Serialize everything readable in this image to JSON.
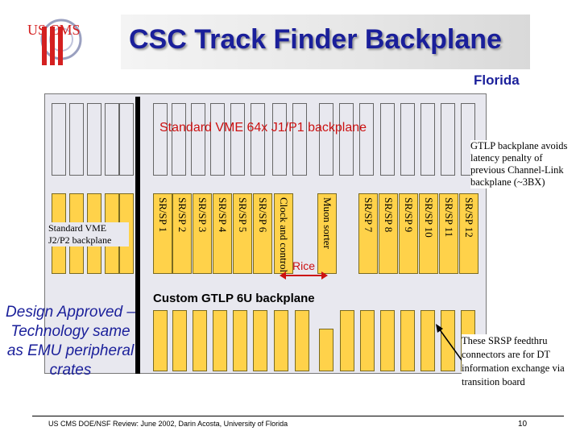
{
  "title": "CSC Track Finder Backplane",
  "institution": "Florida",
  "logo_text": "US CMS",
  "vme_backplane_label": "Standard VME 64x J1/P1 backplane",
  "j2_backplane_label": "Standard VME J2/P2 backplane",
  "gtlp_backplane_label": "Custom GTLP 6U backplane",
  "rice_label": "Rice",
  "cards_left": [
    "SR/SP 1",
    "SR/SP 2",
    "SR/SP 3",
    "SR/SP 4",
    "SR/SP 5",
    "SR/SP 6"
  ],
  "clock_card": "Clock and control",
  "muon_sorter_card": "Muon sorter",
  "cards_right": [
    "SR/SP 7",
    "SR/SP 8",
    "SR/SP 9",
    "SR/SP 10",
    "SR/SP 11",
    "SR/SP 12"
  ],
  "note_gtlp": "GTLP backplane avoids latency penalty of previous Channel-Link backplane (~3BX)",
  "note_srsp": "These SRSP feedthru connectors are for DT information exchange via transition board",
  "design_text": "Design Approved – Technology same as EMU peripheral crates",
  "footer_text": "US CMS DOE/NSF Review: June 2002, Darin Acosta, University of Florida",
  "page_number": "10",
  "colors": {
    "title": "#1a1f9a",
    "card_fill": "#ffd24a",
    "label_red": "#cc1111"
  }
}
